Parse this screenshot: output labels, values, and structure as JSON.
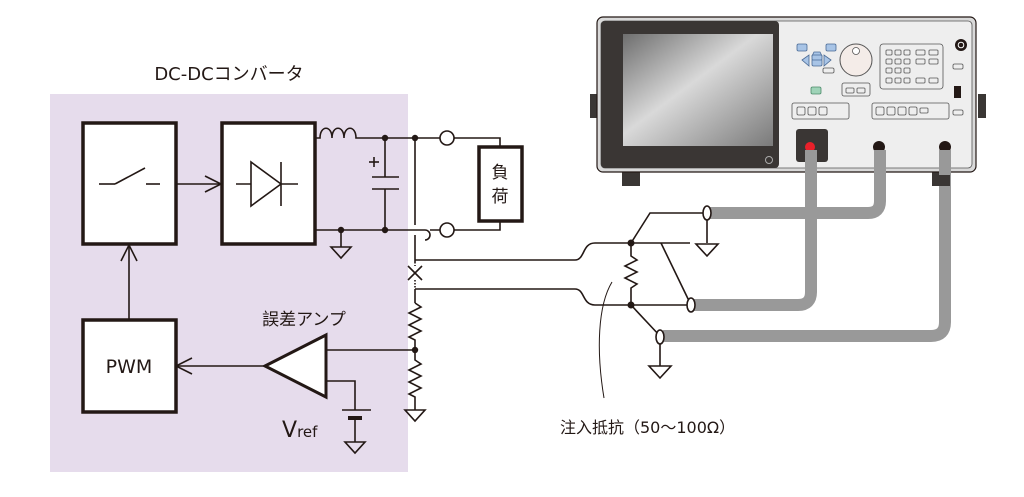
{
  "diagram": {
    "converter_title": "DC-DCコンバータ",
    "load_label_line1": "負",
    "load_label_line2": "荷",
    "pwm_label": "PWM",
    "error_amp_label": "誤差アンプ",
    "vref_main": "V",
    "vref_sub": "ref",
    "injection_resistor_label": "注入抵抗（50〜100Ω）"
  },
  "colors": {
    "converter_background": "#e6dcec",
    "line": "#231815",
    "cable": "#999999",
    "instrument_body": "#eeeeee",
    "instrument_bezel": "#3a3634",
    "red_connector": "#e8202a",
    "nav_button_blue": "#a8c4e6",
    "green_button": "#9fd3b8",
    "knob": "#f4ece8"
  },
  "components": {
    "switch_block": "switch-icon",
    "rectifier_block": "diode-icon",
    "inductor": "inductor-icon",
    "capacitor": "polarized-capacitor-icon",
    "error_amp": "opamp-triangle-icon",
    "vref_source": "battery-icon",
    "ground": "ground-icon",
    "instrument": "frequency-response-analyzer"
  }
}
